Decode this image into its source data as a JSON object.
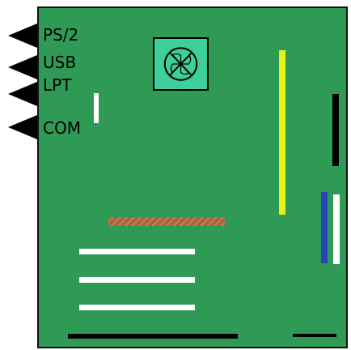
{
  "colors": {
    "page_background": "#ffffff",
    "board_green": "#2f9a55",
    "fan_box": "#3fcf9a",
    "black": "#000000",
    "white": "#ffffff",
    "yellow": "#e8f01a",
    "blue": "#2746b6",
    "brown_stripe": "#a6643b"
  },
  "ports": [
    {
      "label": "PS/2",
      "icon": "arrow-left-icon"
    },
    {
      "label": "USB",
      "icon": "arrow-left-icon"
    },
    {
      "label": "LPT",
      "icon": "arrow-left-icon"
    },
    {
      "label": "COM",
      "icon": "arrow-left-icon"
    }
  ],
  "components": {
    "fan_icon": "fan-icon",
    "ram_slot_count": 3
  }
}
